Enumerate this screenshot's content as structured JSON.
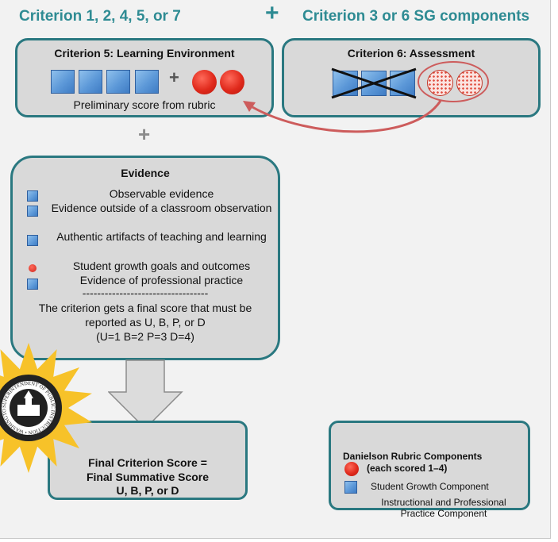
{
  "header": {
    "left": "Criterion 1, 2, 4, 5, or 7",
    "plus": "+",
    "right": "Criterion 3 or 6 SG components"
  },
  "learning_env": {
    "title": "Criterion 5: Learning Environment",
    "plus": "+",
    "caption": "Preliminary score from rubric"
  },
  "middle_plus": "+",
  "assessment": {
    "title": "Criterion 6: Assessment"
  },
  "evidence": {
    "title": "Evidence",
    "items": [
      "Observable evidence",
      "Evidence outside of a classroom observation",
      "Authentic artifacts of teaching and learning",
      "Student growth goals and outcomes",
      "Evidence of professional practice"
    ],
    "divider": "----------------------------------",
    "final_note_1": "The criterion gets a final score that must be reported as U, B, P, or D",
    "final_note_2": "(U=1 B=2 P=3 D=4)"
  },
  "final": {
    "line1": "Final Criterion Score =",
    "line2": "Final Summative Score",
    "line3": "U, B, P, or D"
  },
  "legend": {
    "danielson": "Danielson Rubric Components",
    "danielson_sub": "(each scored 1–4)",
    "student_growth": "Student Growth Component",
    "instructional": "Instructional and Professional Practice Component"
  },
  "seal": {
    "text": "SUPERINTENDENT OF PUBLIC INSTRUCTION • WASHINGTON",
    "color": "#f7c229"
  },
  "colors": {
    "teal": "#2e8b93",
    "box_border": "#2a7880",
    "box_fill": "#d9d9d9",
    "arrow": "#cd5c5c"
  }
}
